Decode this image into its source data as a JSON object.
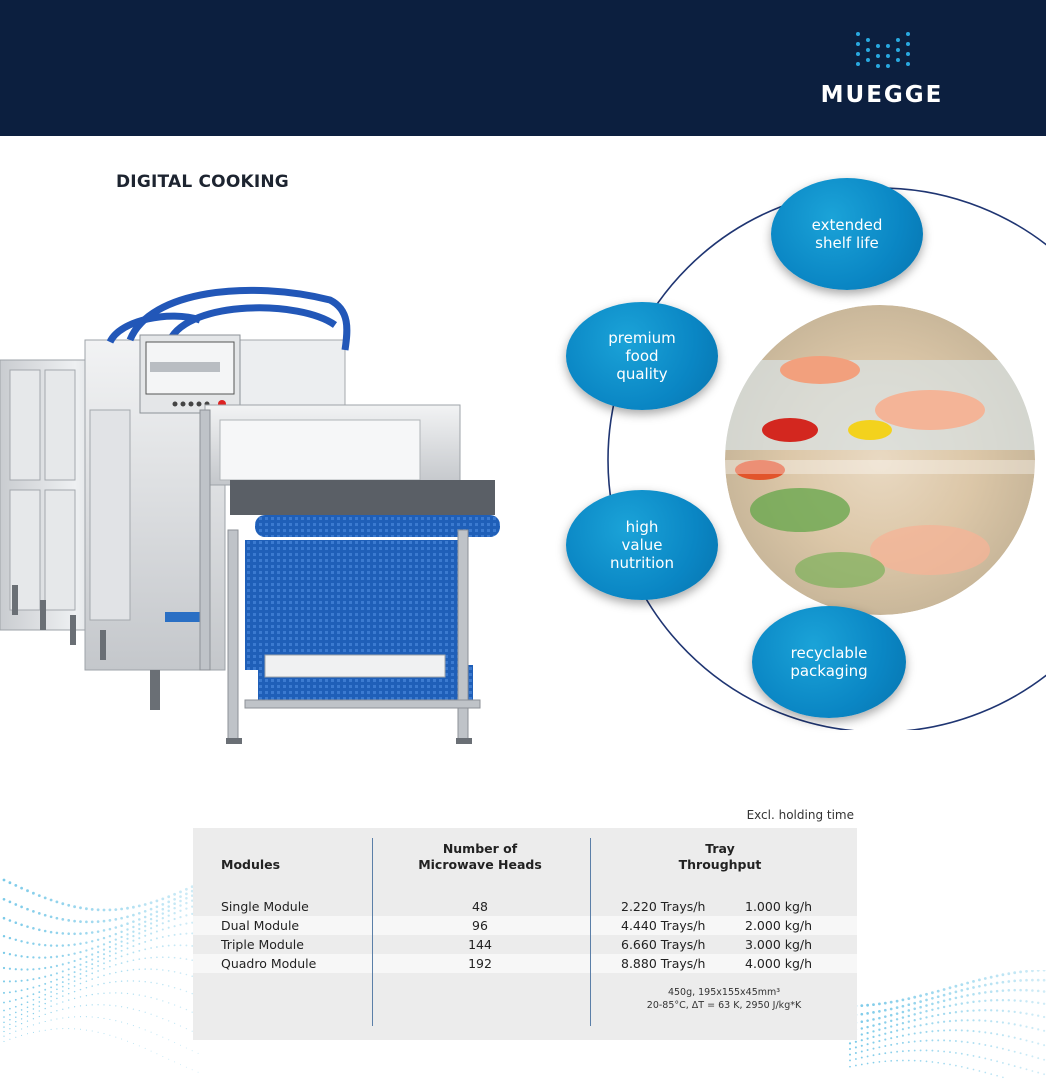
{
  "brand": {
    "name": "MUEGGE"
  },
  "page": {
    "title": "DIGITAL COOKING"
  },
  "benefits": [
    {
      "label": "extended\nshelf life"
    },
    {
      "label": "premium\nfood\nquality"
    },
    {
      "label": "high\nvalue\nnutrition"
    },
    {
      "label": "recyclable\npackaging"
    }
  ],
  "table": {
    "note": "Excl. holding time",
    "headers": {
      "modules": "Modules",
      "heads_line1": "Number of",
      "heads_line2": "Microwave Heads",
      "tray_line1": "Tray",
      "tray_line2": "Throughput"
    },
    "rows": [
      {
        "module": "Single Module",
        "heads": "48",
        "trays": "2.220 Trays/h",
        "kg": "1.000 kg/h"
      },
      {
        "module": "Dual Module",
        "heads": "96",
        "trays": "4.440 Trays/h",
        "kg": "2.000 kg/h"
      },
      {
        "module": "Triple Module",
        "heads": "144",
        "trays": "6.660 Trays/h",
        "kg": "3.000 kg/h"
      },
      {
        "module": "Quadro Module",
        "heads": "192",
        "trays": "8.880 Trays/h",
        "kg": "4.000 kg/h"
      }
    ],
    "footnote_line1": "450g, 195x155x45mm³",
    "footnote_line2": "20-85°C, ΔT = 63 K, 2950 J/kg*K"
  },
  "colors": {
    "header_bg": "#0c1f3f",
    "accent_blue": "#0a86c4",
    "conveyor_blue": "#1f5fb8"
  }
}
